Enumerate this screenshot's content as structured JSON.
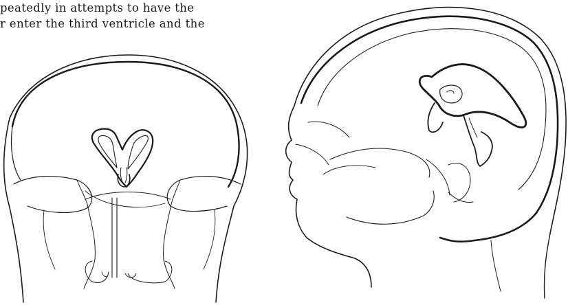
{
  "text": {
    "line_1": "peatedly in attempts to have the",
    "line_2": "r enter the third ventricle and the"
  },
  "figures": {
    "left": {
      "icon": "frontal-skull-ventricles-illustration"
    },
    "right": {
      "icon": "lateral-head-ventricles-illustration"
    }
  },
  "colors": {
    "ink": "#1a1a1a",
    "paper": "#ffffff"
  }
}
